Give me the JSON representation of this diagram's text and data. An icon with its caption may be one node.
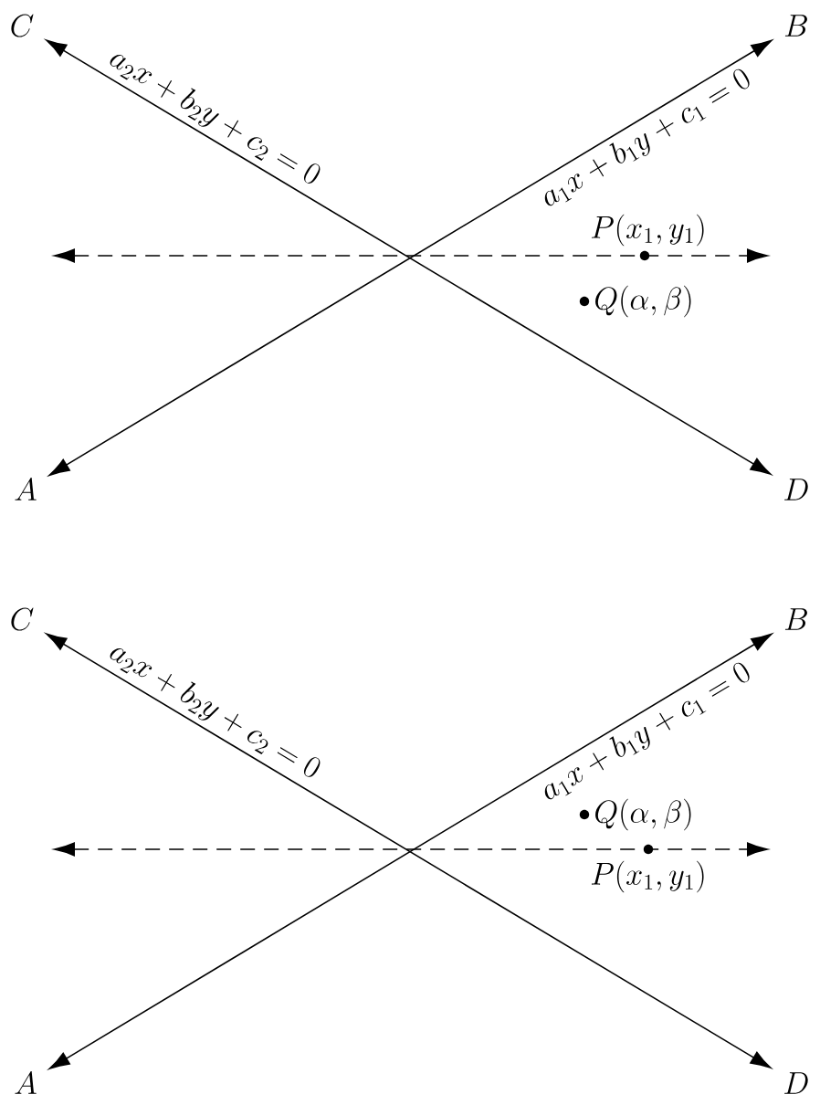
{
  "diagram": {
    "nodes": [
      {
        "text": [
          "C"
        ]
      },
      {
        "text": [
          "B"
        ]
      },
      {
        "text": [
          "A"
        ]
      },
      {
        "text": [
          "D"
        ]
      },
      {
        "text": [
          "C"
        ]
      },
      {
        "text": [
          "B"
        ]
      },
      {
        "text": [
          "A"
        ]
      },
      {
        "text": [
          "D"
        ]
      }
    ],
    "edges": [
      {
        "from": 0,
        "to": 3,
        "arrow": "both",
        "label": "a_2x+b_2y+c_2=0"
      },
      {
        "from": 2,
        "to": 1,
        "arrow": "both",
        "label": "a_1x+b_1y+c_1=0"
      },
      {
        "from": 4,
        "to": 7,
        "arrow": "both",
        "label": "a_2x+b_2y+c_2=0"
      },
      {
        "from": 6,
        "to": 5,
        "arrow": "both",
        "label": "a_1x+b_1y+c_1=0"
      }
    ],
    "labels": [
      "P(x_1,y_1)",
      "Q(\\alpha,\\beta)",
      "Q(\\alpha,\\beta)",
      "P(x_1,y_1)"
    ]
  }
}
